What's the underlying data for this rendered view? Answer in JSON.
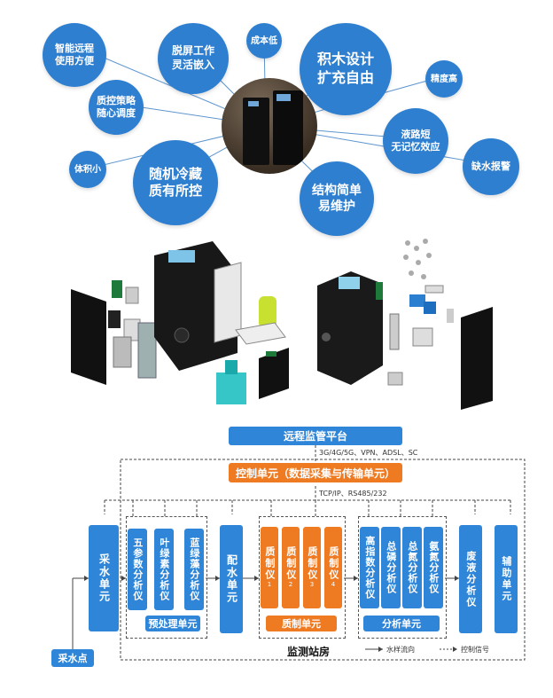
{
  "features": {
    "remote": "智能远程\n使用方便",
    "offscreen": "脱屏工作\n灵活嵌入",
    "lowcost": "成本低",
    "modular": "积木设计\n扩充自由",
    "precision": "精度高",
    "qc_strategy": "质控策略\n随心调度",
    "short_path": "液路短\n无记忆效应",
    "small": "体积小",
    "no_water": "缺水报警",
    "random_cold": "随机冷藏\n质有所控",
    "simple": "结构简单\n易维护"
  },
  "diagram": {
    "platform": "远程监管平台",
    "net_label": "3G/4G/5G、VPN、ADSL、SC",
    "control": "控制单元（数据采集与传输单元）",
    "bus_label": "TCP/IP、RS485/232",
    "sampling_unit": "采水单元",
    "pre_analyzers": [
      "五参数分析仪",
      "叶绿素分析仪",
      "蓝绿藻分析仪"
    ],
    "pre_group": "预处理单元",
    "distribution_unit": "配水单元",
    "qc_instruments": [
      {
        "name": "质制仪",
        "num": "1"
      },
      {
        "name": "质制仪",
        "num": "2"
      },
      {
        "name": "质制仪",
        "num": "3"
      },
      {
        "name": "质制仪",
        "num": "4"
      }
    ],
    "qc_group": "质制单元",
    "analyzers": [
      "高指数分析仪",
      "总磷分析仪",
      "总氮分析仪",
      "氨氮分析仪"
    ],
    "analysis_group": "分析单元",
    "waste": "废液分析仪",
    "aux": "辅助单元",
    "station": "监测站房",
    "sampling_point": "采水点",
    "legend_water": "水样流向",
    "legend_control": "控制信号"
  },
  "colors": {
    "blue": "#2f86d8",
    "orange": "#ee7a22",
    "bubble": "#2f7fd0"
  }
}
